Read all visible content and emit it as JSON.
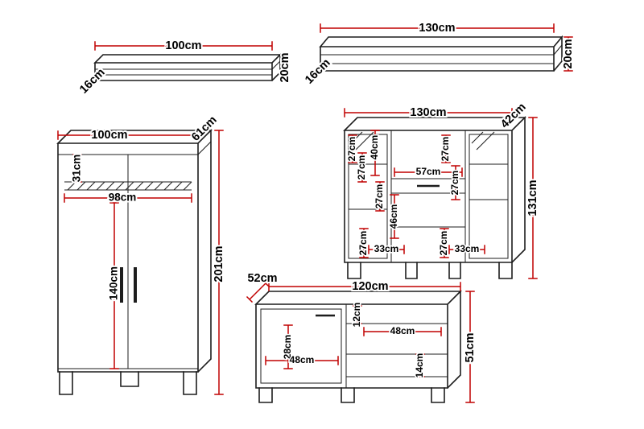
{
  "colors": {
    "bg": "#ffffff",
    "outline": "#1d1d1d",
    "dimension": "#c00000",
    "label": "#000000"
  },
  "shelf_small": {
    "width": "100cm",
    "height": "20cm",
    "depth": "16cm"
  },
  "shelf_large": {
    "width": "130cm",
    "height": "20cm",
    "depth": "16cm"
  },
  "wardrobe": {
    "width": "100cm",
    "depth": "61cm",
    "height": "201cm",
    "top_section": "31cm",
    "inner_width": "98cm",
    "door_height": "140cm"
  },
  "cabinet": {
    "width": "130cm",
    "depth": "42cm",
    "height": "131cm",
    "left_top": "27cm",
    "left_shelf": "40cm",
    "left_mid": "27cm",
    "mid_gap": "27cm",
    "mid_width": "57cm",
    "mid_open": "46cm",
    "right_top": "27cm",
    "right_mid": "27cm",
    "bottom_left_h": "27cm",
    "bottom_left_w": "33cm",
    "bottom_right_h": "27cm",
    "bottom_right_w": "33cm"
  },
  "tv_stand": {
    "depth": "52cm",
    "width": "120cm",
    "height": "51cm",
    "door_height": "28cm",
    "top_gap": "12cm",
    "shelf_width": "48cm",
    "bottom_width": "48cm",
    "bottom_gap": "14cm"
  }
}
